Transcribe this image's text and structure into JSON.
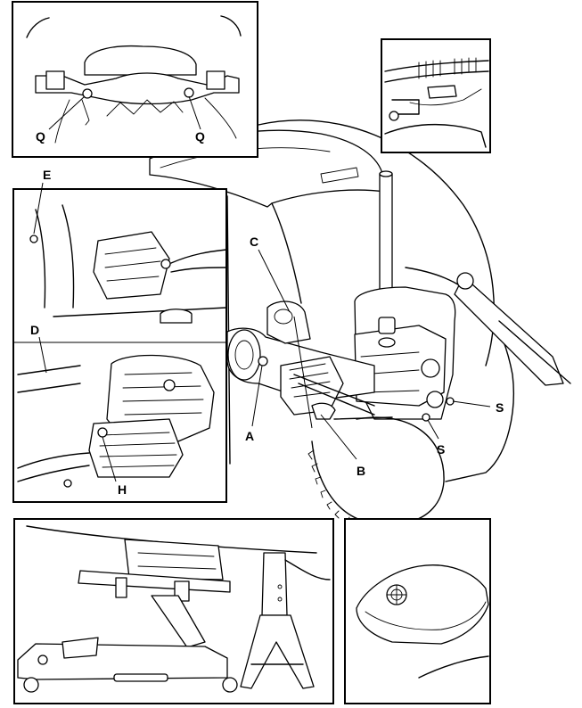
{
  "labels": {
    "q_left": "Q",
    "q_right": "Q",
    "e": "E",
    "c": "C",
    "d": "D",
    "a": "A",
    "b": "B",
    "s_upper": "S",
    "s_lower": "S",
    "h": "H"
  }
}
